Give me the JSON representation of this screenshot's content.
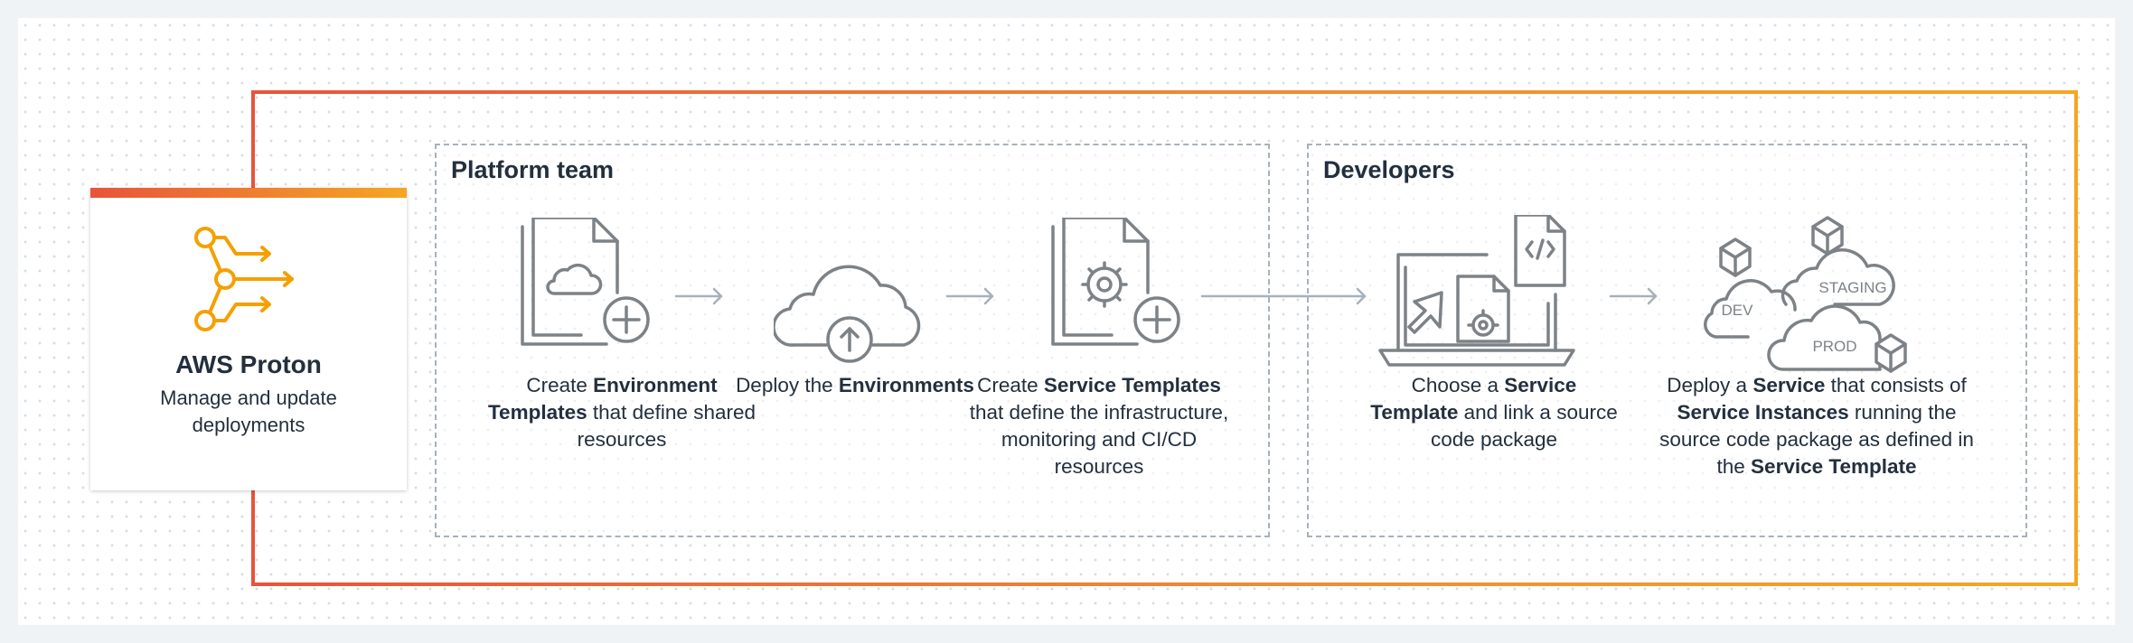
{
  "proton": {
    "title": "AWS Proton",
    "subtitle": "Manage and update deployments",
    "icon": "proton-branching-icon"
  },
  "platform_team": {
    "title": "Platform team",
    "steps": [
      {
        "icon": "environment-template-add-icon",
        "text": [
          {
            "t": "Create ",
            "b": false
          },
          {
            "t": "Environment Templates",
            "b": true
          },
          {
            "t": " that define shared resources",
            "b": false
          }
        ]
      },
      {
        "icon": "cloud-upload-icon",
        "text": [
          {
            "t": "Deploy the ",
            "b": false
          },
          {
            "t": "Environments",
            "b": true
          }
        ]
      },
      {
        "icon": "service-template-add-icon",
        "text": [
          {
            "t": "Create ",
            "b": false
          },
          {
            "t": "Service Templates",
            "b": true
          },
          {
            "t": " that define the infrastructure, monitoring and CI/CD resources",
            "b": false
          }
        ]
      }
    ]
  },
  "developers": {
    "title": "Developers",
    "steps": [
      {
        "icon": "laptop-code-package-icon",
        "text": [
          {
            "t": "Choose a ",
            "b": false
          },
          {
            "t": "Service Template",
            "b": true
          },
          {
            "t": " and link a source code package",
            "b": false
          }
        ]
      },
      {
        "icon": "service-instances-clouds-icon",
        "cloud_labels": [
          "DEV",
          "STAGING",
          "PROD"
        ],
        "text": [
          {
            "t": "Deploy a ",
            "b": false
          },
          {
            "t": "Service",
            "b": true
          },
          {
            "t": " that consists of ",
            "b": false
          },
          {
            "t": "Service Instances",
            "b": true
          },
          {
            "t": " running the source code package as defined in the ",
            "b": false
          },
          {
            "t": "Service Template",
            "b": true
          }
        ]
      }
    ]
  },
  "colors": {
    "frame_start": "#e8543a",
    "frame_end": "#f5a623",
    "icon_gray": "#7d8287",
    "proton_orange": "#f5a000",
    "dashed_border": "#a7b1bb"
  }
}
